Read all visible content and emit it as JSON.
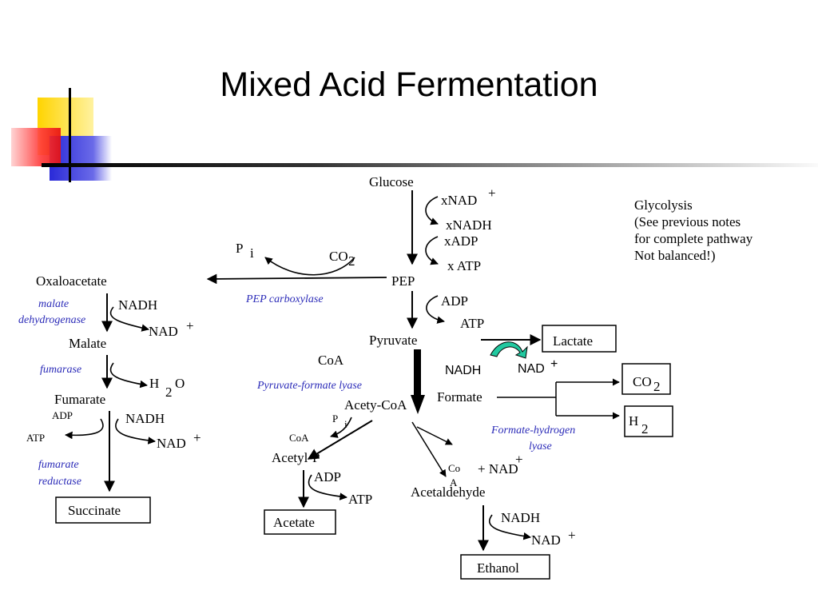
{
  "title": "Mixed Acid Fermentation",
  "colors": {
    "deco_yellow": "#ffd400",
    "deco_red": "#ff3b3b",
    "deco_blue": "#2a2ad8",
    "enzyme_text": "#2b2bb8",
    "nad_arrow": "#22c9a0"
  },
  "glycolysis_note": [
    "Glycolysis",
    "(See previous notes",
    "for complete pathway",
    "Not balanced!)"
  ],
  "main_path": {
    "glucose": "Glucose",
    "xnad": "xNAD",
    "xnadh": "xNADH",
    "xadp": "xADP",
    "xatp": "x ATP",
    "pep": "PEP",
    "adp": "ADP",
    "atp": "ATP",
    "pyruvate": "Pyruvate",
    "lactate": "Lactate",
    "nadh_sans": "NADH",
    "nad_sans": "NAD",
    "plus": "+"
  },
  "pep_carboxylase": {
    "pi_p": "P",
    "pi_i": "i",
    "co2": "CO",
    "co2_sub": "2",
    "enzyme": "PEP carboxylase"
  },
  "reductive_branch": {
    "oxaloacetate": "Oxaloacetate",
    "malate_dh_1": "malate",
    "malate_dh_2": "dehydrogenase",
    "nadh": "NADH",
    "nad": "NAD",
    "malate": "Malate",
    "fumarase": "fumarase",
    "h": "H",
    "h2o_sub": "2",
    "o": "O",
    "fumarate": "Fumarate",
    "adp": "ADP",
    "atp": "ATP",
    "nadh2": "NADH",
    "nad2": "NAD",
    "fumarate_red_1": "fumarate",
    "fumarate_red_2": "reductase",
    "succinate": "Succinate"
  },
  "pfl_branch": {
    "coa": "CoA",
    "enzyme": "Pyruvate-formate lyase",
    "acetyl_coa": "Acety-CoA",
    "formate": "Formate",
    "fhl_1": "Formate-hydrogen",
    "fhl_2": "lyase",
    "co2": "CO",
    "co2_sub": "2",
    "h2": "H",
    "h2_sub": "2"
  },
  "acetate_branch": {
    "pi_p": "P",
    "pi_i": "i",
    "coa": "CoA",
    "acetyl_p": "Acetyl-P",
    "adp": "ADP",
    "atp": "ATP",
    "acetate": "Acetate"
  },
  "ethanol_branch": {
    "co": "Co",
    "a": "A",
    "plus_nad": "+ NAD",
    "acetaldehyde": "Acetaldehyde",
    "nadh": "NADH",
    "nad": "NAD",
    "ethanol": "Ethanol"
  }
}
